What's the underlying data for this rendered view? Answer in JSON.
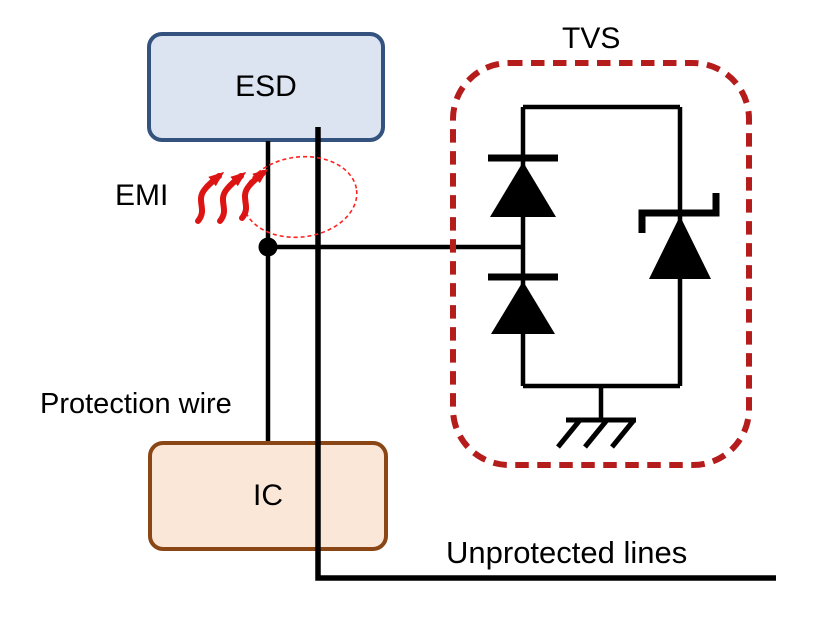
{
  "title": "ESD protection with TVS diode array diagram",
  "labels": {
    "esd": "ESD",
    "emi": "EMI",
    "tvs": "TVS",
    "protection_wire": "Protection wire",
    "ic": "IC",
    "unprotected": "Unprotected lines"
  },
  "colors": {
    "esd_fill": "#dce4f2",
    "esd_border": "#33527e",
    "ic_fill": "#fbe7d8",
    "ic_border": "#8a4715",
    "tvs_border": "#b51c1c",
    "emi_arrow": "#dd1414",
    "highlight_ellipse": "#ff2020",
    "wire": "#000000",
    "text": "#000000",
    "background": "#ffffff"
  }
}
